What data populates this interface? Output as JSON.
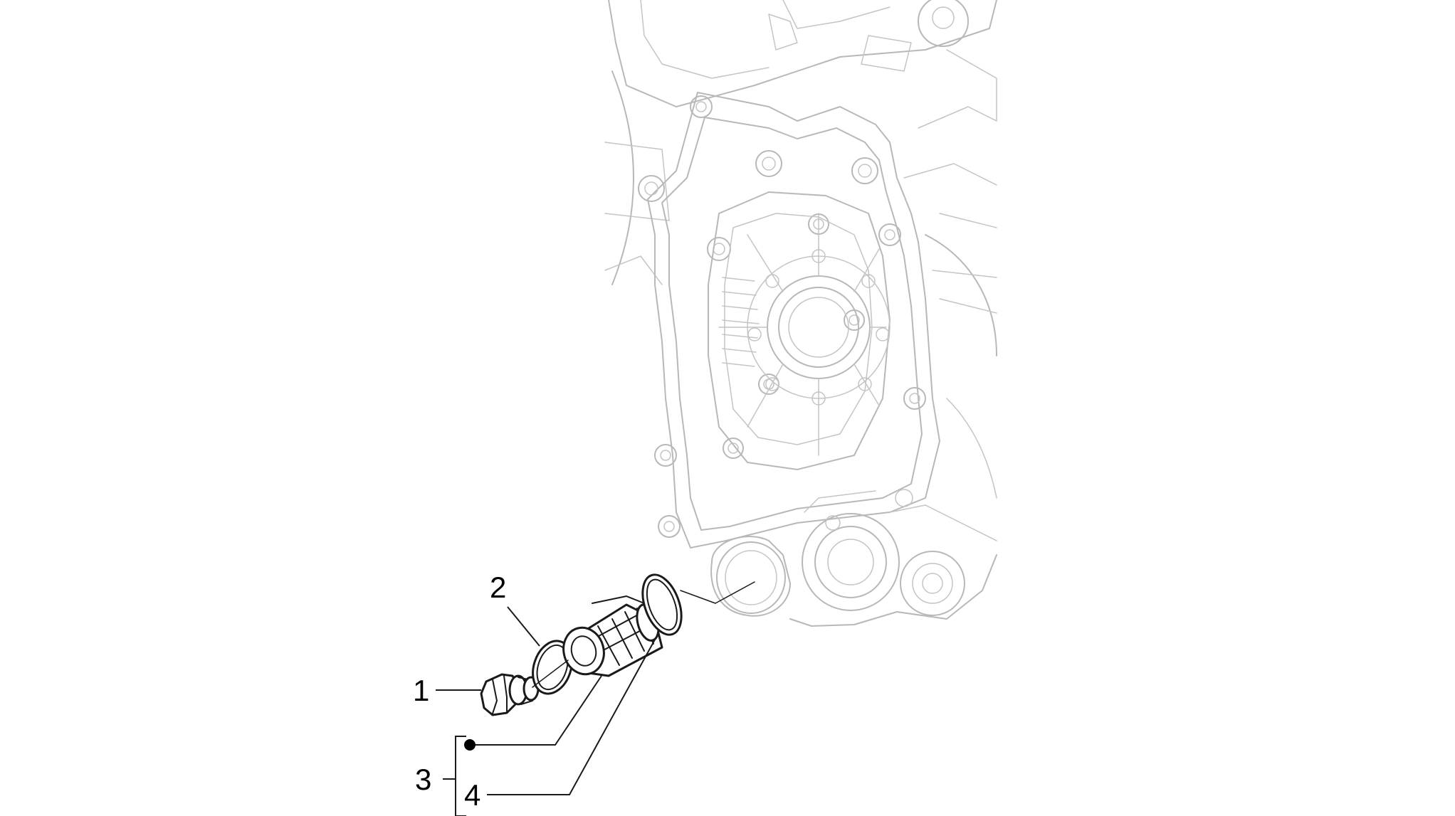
{
  "callouts": [
    {
      "id": "1",
      "label": "1"
    },
    {
      "id": "2",
      "label": "2"
    },
    {
      "id": "3",
      "label": "3"
    },
    {
      "id": "4",
      "label": "4"
    }
  ],
  "colors": {
    "background": "#ffffff",
    "part_outline": "#1a1a1a",
    "engine_ghost": "#b8b8b8",
    "text": "#000000"
  }
}
